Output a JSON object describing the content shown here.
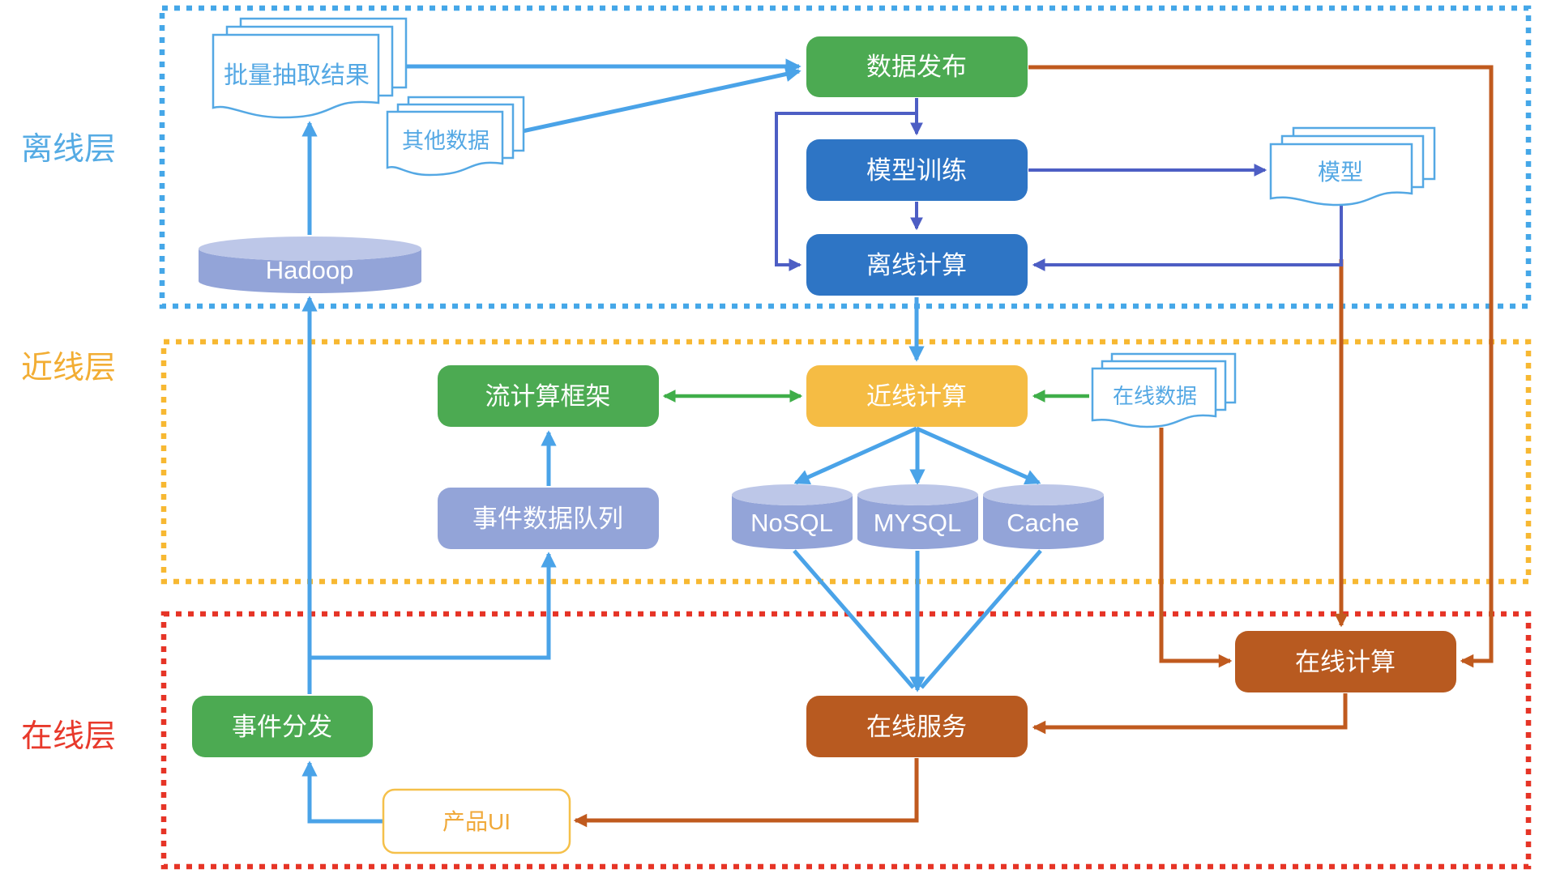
{
  "diagram": {
    "layers": [
      {
        "name": "offline-layer",
        "label": "离线层",
        "border_color": "#45a7e8",
        "label_color": "#55abe4"
      },
      {
        "name": "nearline-layer",
        "label": "近线层",
        "border_color": "#f7b832",
        "label_color": "#f2ad33"
      },
      {
        "name": "online-layer",
        "label": "在线层",
        "border_color": "#e63426",
        "label_color": "#e8392b"
      }
    ],
    "nodes": {
      "batch_extract_result": {
        "label": "批量抽取结果",
        "shape": "document-stack",
        "color": "#54a8e4"
      },
      "other_data": {
        "label": "其他数据",
        "shape": "document-stack",
        "color": "#54a8e4"
      },
      "model_doc": {
        "label": "模型",
        "shape": "document-stack",
        "color": "#54a8e4"
      },
      "online_data": {
        "label": "在线数据",
        "shape": "document-stack",
        "color": "#54a8e4"
      },
      "data_publish": {
        "label": "数据发布",
        "shape": "rounded-rect",
        "color": "#4caa52"
      },
      "model_training": {
        "label": "模型训练",
        "shape": "rounded-rect",
        "color": "#2e75c5"
      },
      "offline_computing": {
        "label": "离线计算",
        "shape": "rounded-rect",
        "color": "#2e75c5"
      },
      "stream_framework": {
        "label": "流计算框架",
        "shape": "rounded-rect",
        "color": "#4caa52"
      },
      "nearline_computing": {
        "label": "近线计算",
        "shape": "rounded-rect",
        "color": "#f5bc44"
      },
      "event_queue": {
        "label": "事件数据队列",
        "shape": "rounded-rect",
        "color": "#93a4d8"
      },
      "hadoop": {
        "label": "Hadoop",
        "shape": "cylinder",
        "color": "#93a4d8"
      },
      "nosql": {
        "label": "NoSQL",
        "shape": "cylinder",
        "color": "#93a4d8"
      },
      "mysql": {
        "label": "MYSQL",
        "shape": "cylinder",
        "color": "#93a4d8"
      },
      "cache": {
        "label": "Cache",
        "shape": "cylinder",
        "color": "#93a4d8"
      },
      "online_computing": {
        "label": "在线计算",
        "shape": "rounded-rect",
        "color": "#b85a20"
      },
      "online_service": {
        "label": "在线服务",
        "shape": "rounded-rect",
        "color": "#b85a20"
      },
      "event_dispatch": {
        "label": "事件分发",
        "shape": "rounded-rect",
        "color": "#4caa52"
      },
      "product_ui": {
        "label": "产品UI",
        "shape": "outlined-rect",
        "color": "#f0a93a"
      }
    },
    "edge_colors": {
      "light_blue": "#4aa3e8",
      "dark_blue": "#4d5ec4",
      "green": "#3fae49",
      "brown": "#c05a1e"
    },
    "edges": [
      {
        "from": "批量抽取结果",
        "to": "数据发布",
        "style": "light_blue"
      },
      {
        "from": "其他数据",
        "to": "数据发布",
        "style": "light_blue"
      },
      {
        "from": "Hadoop",
        "to": "批量抽取结果",
        "style": "light_blue"
      },
      {
        "from": "数据发布",
        "to": "模型训练",
        "style": "dark_blue"
      },
      {
        "from": "数据发布",
        "to": "离线计算",
        "style": "dark_blue"
      },
      {
        "from": "模型训练",
        "to": "离线计算",
        "style": "dark_blue"
      },
      {
        "from": "模型训练",
        "to": "模型",
        "style": "dark_blue"
      },
      {
        "from": "模型",
        "to": "离线计算",
        "style": "dark_blue"
      },
      {
        "from": "模型",
        "to": "在线计算",
        "style": "brown"
      },
      {
        "from": "数据发布",
        "to": "在线计算",
        "style": "brown"
      },
      {
        "from": "离线计算",
        "to": "近线计算",
        "style": "light_blue"
      },
      {
        "from": "流计算框架",
        "to": "近线计算",
        "style": "green",
        "bidirectional": true
      },
      {
        "from": "在线数据",
        "to": "近线计算",
        "style": "green"
      },
      {
        "from": "在线数据",
        "to": "在线计算",
        "style": "brown"
      },
      {
        "from": "近线计算",
        "to": "NoSQL",
        "style": "light_blue"
      },
      {
        "from": "近线计算",
        "to": "MYSQL",
        "style": "light_blue"
      },
      {
        "from": "近线计算",
        "to": "Cache",
        "style": "light_blue"
      },
      {
        "from": "NoSQL",
        "to": "在线服务",
        "style": "light_blue"
      },
      {
        "from": "MYSQL",
        "to": "在线服务",
        "style": "light_blue"
      },
      {
        "from": "Cache",
        "to": "在线服务",
        "style": "light_blue"
      },
      {
        "from": "事件数据队列",
        "to": "流计算框架",
        "style": "light_blue"
      },
      {
        "from": "事件分发",
        "to": "事件数据队列",
        "style": "light_blue"
      },
      {
        "from": "事件分发",
        "to": "Hadoop",
        "style": "light_blue"
      },
      {
        "from": "在线计算",
        "to": "在线服务",
        "style": "brown"
      },
      {
        "from": "在线服务",
        "to": "产品UI",
        "style": "brown"
      },
      {
        "from": "产品UI",
        "to": "事件分发",
        "style": "light_blue"
      }
    ]
  }
}
